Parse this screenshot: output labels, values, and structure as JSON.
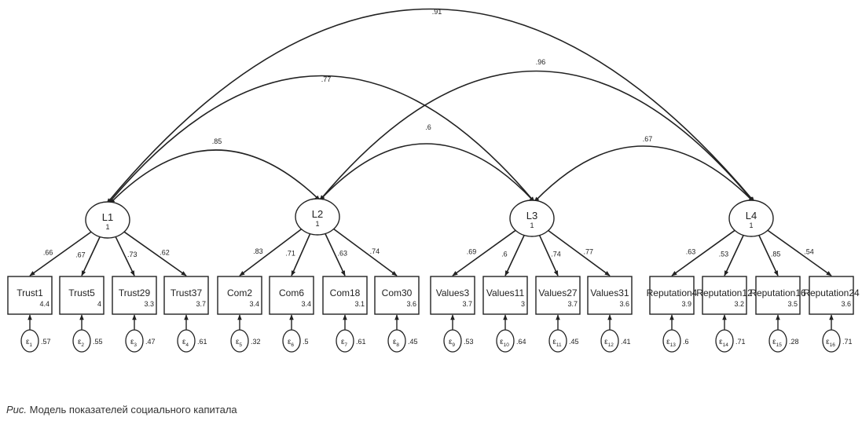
{
  "latents": [
    {
      "label": "L1",
      "value": "1"
    },
    {
      "label": "L2",
      "value": "1"
    },
    {
      "label": "L3",
      "value": "1"
    },
    {
      "label": "L4",
      "value": "1"
    }
  ],
  "indicators": [
    {
      "label": "Trust1",
      "value": "4.4",
      "loading": ".66",
      "latent": 0,
      "error": "1",
      "error_var": ".57"
    },
    {
      "label": "Trust5",
      "value": "4",
      "loading": ".67",
      "latent": 0,
      "error": "2",
      "error_var": ".55"
    },
    {
      "label": "Trust29",
      "value": "3.3",
      "loading": ".73",
      "latent": 0,
      "error": "3",
      "error_var": ".47"
    },
    {
      "label": "Trust37",
      "value": "3.7",
      "loading": ".62",
      "latent": 0,
      "error": "4",
      "error_var": ".61"
    },
    {
      "label": "Com2",
      "value": "3.4",
      "loading": ".83",
      "latent": 1,
      "error": "5",
      "error_var": ".32"
    },
    {
      "label": "Com6",
      "value": "3.4",
      "loading": ".71",
      "latent": 1,
      "error": "6",
      "error_var": ".5"
    },
    {
      "label": "Com18",
      "value": "3.1",
      "loading": ".63",
      "latent": 1,
      "error": "7",
      "error_var": ".61"
    },
    {
      "label": "Com30",
      "value": "3.6",
      "loading": ".74",
      "latent": 1,
      "error": "8",
      "error_var": ".45"
    },
    {
      "label": "Values3",
      "value": "3.7",
      "loading": ".69",
      "latent": 2,
      "error": "9",
      "error_var": ".53"
    },
    {
      "label": "Values11",
      "value": "3",
      "loading": ".6",
      "latent": 2,
      "error": "10",
      "error_var": ".64"
    },
    {
      "label": "Values27",
      "value": "3.7",
      "loading": ".74",
      "latent": 2,
      "error": "11",
      "error_var": ".45"
    },
    {
      "label": "Values31",
      "value": "3.6",
      "loading": ".77",
      "latent": 2,
      "error": "12",
      "error_var": ".41"
    },
    {
      "label": "Reputation4",
      "value": "3.9",
      "loading": ".63",
      "latent": 3,
      "error": "13",
      "error_var": ".6"
    },
    {
      "label": "Reputation12",
      "value": "3.2",
      "loading": ".53",
      "latent": 3,
      "error": "14",
      "error_var": ".71"
    },
    {
      "label": "Reputation16",
      "value": "3.5",
      "loading": ".85",
      "latent": 3,
      "error": "15",
      "error_var": ".28"
    },
    {
      "label": "Reputation24",
      "value": "3.6",
      "loading": ".54",
      "latent": 3,
      "error": "16",
      "error_var": ".71"
    }
  ],
  "covariances": [
    {
      "from": 0,
      "to": 1,
      "value": ".85"
    },
    {
      "from": 1,
      "to": 2,
      "value": ".6"
    },
    {
      "from": 2,
      "to": 3,
      "value": ".67"
    },
    {
      "from": 0,
      "to": 2,
      "value": ".77"
    },
    {
      "from": 1,
      "to": 3,
      "value": ".96"
    },
    {
      "from": 0,
      "to": 3,
      "value": ".91"
    }
  ],
  "error_symbol": "ε",
  "caption": {
    "prefix": "Рис.",
    "text": " Модель показателей социального капитала"
  },
  "colors": {
    "stroke": "#222222",
    "text": "#222222"
  }
}
